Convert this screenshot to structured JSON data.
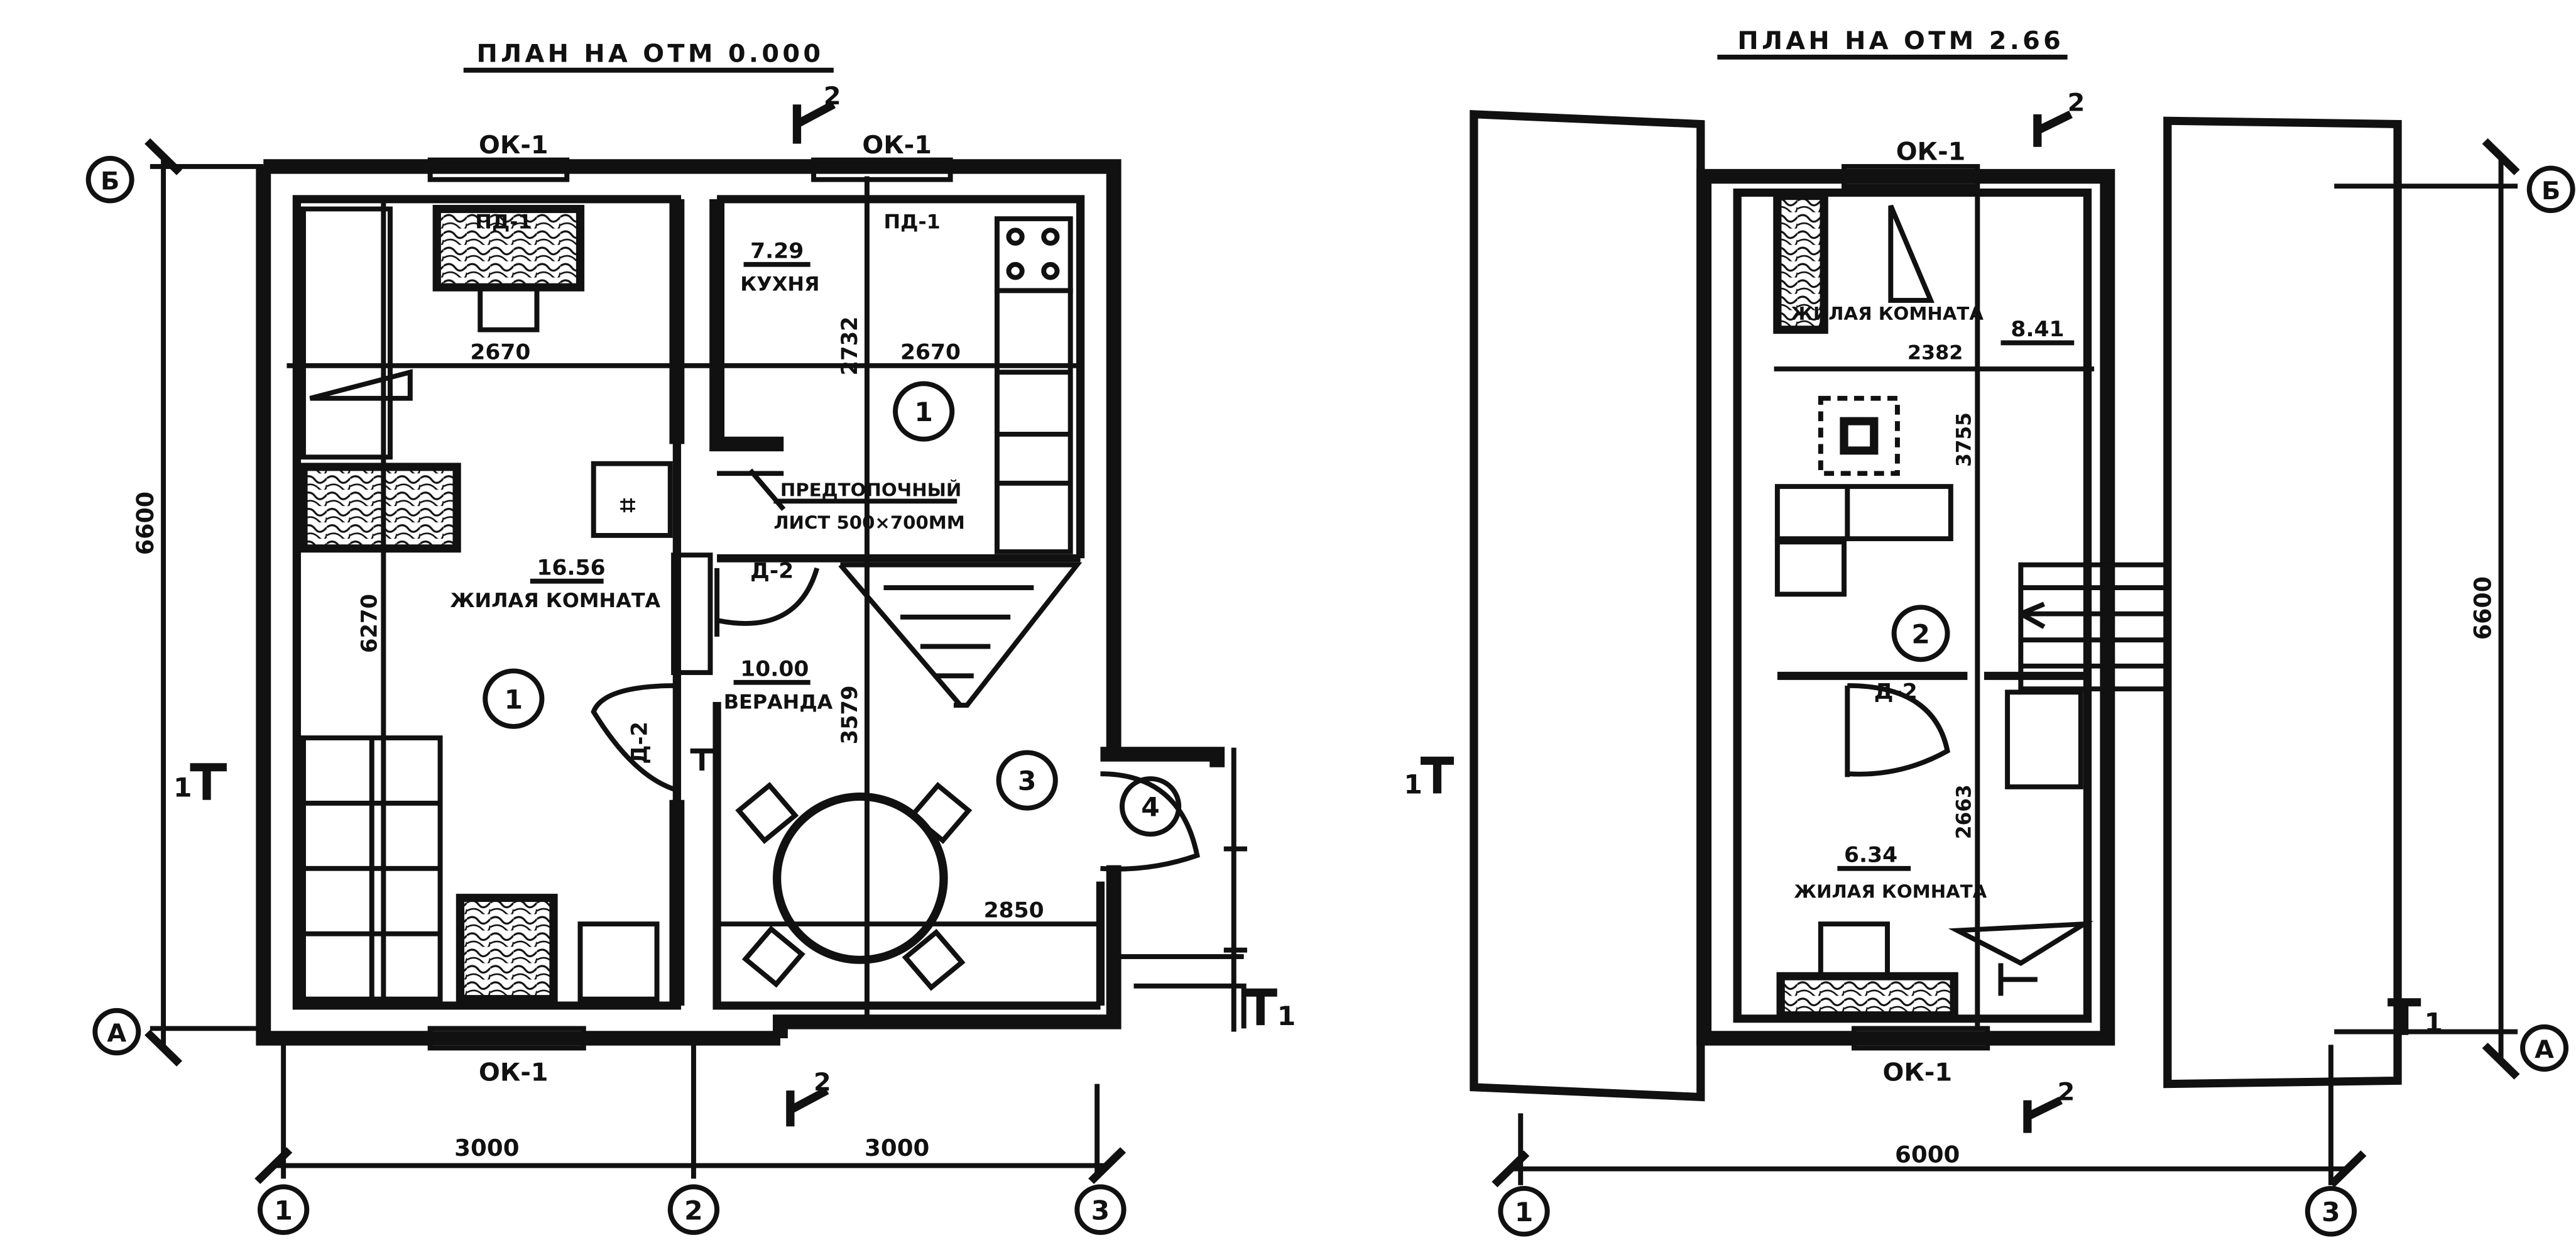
{
  "plan_left": {
    "title": "ПЛАН НА ОТМ 0.000",
    "windows": {
      "top_left": "ОК-1",
      "top_right": "ОК-1",
      "bottom": "ОК-1"
    },
    "doors": {
      "pd_left": "ПД-1",
      "pd_right": "ПД-1",
      "d2_a": "Д-2",
      "d2_b": "Д-2"
    },
    "kitchen": {
      "area": "7.29",
      "name": "КУХНЯ"
    },
    "living": {
      "area": "16.56",
      "name": "ЖИЛАЯ КОМНАТА"
    },
    "veranda": {
      "area": "10.00",
      "name": "ВЕРАНДА"
    },
    "note_line1": "ПРЕДТОПОЧНЫЙ",
    "note_line2": "ЛИСТ 500×700ММ",
    "dims": {
      "d2670a": "2670",
      "d2670b": "2670",
      "d2732": "2732",
      "d6270": "6270",
      "d3579": "3579",
      "d2850": "2850",
      "d6600": "6600",
      "d3000a": "3000",
      "d3000b": "3000"
    },
    "markers": {
      "m1": "1",
      "m1b": "1",
      "m3": "3",
      "m4": "4"
    },
    "axes": {
      "a1": "1",
      "a2": "2",
      "a3": "3",
      "aA": "А",
      "aB": "Б"
    },
    "sections": {
      "s2_top": "2",
      "s2_bottom": "2",
      "s1_left": "1",
      "s1_right": "1"
    }
  },
  "plan_right": {
    "title": "ПЛАН НА ОТМ 2.66",
    "windows": {
      "top": "ОК-1",
      "bottom": "ОК-1"
    },
    "room_top": {
      "name": "ЖИЛАЯ КОМНАТА",
      "area": "8.41"
    },
    "room_bottom": {
      "area": "6.34",
      "name": "ЖИЛАЯ КОМНАТА"
    },
    "doors": {
      "d2": "Д-2"
    },
    "dims": {
      "d2382": "2382",
      "d3755": "3755",
      "d2663": "2663",
      "d6600": "6600",
      "d6000": "6000"
    },
    "markers": {
      "m2": "2"
    },
    "axes": {
      "a1": "1",
      "a3": "3",
      "aA": "А",
      "aB": "Б"
    },
    "sections": {
      "s2_top": "2",
      "s2_bottom": "2",
      "s1_left": "1",
      "s1_right": "1"
    }
  }
}
